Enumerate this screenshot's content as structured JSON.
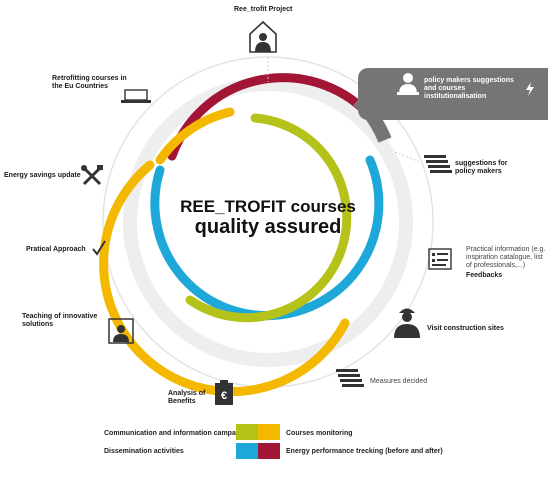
{
  "center": {
    "title": "REE_TROFIT courses",
    "subtitle": "quality assured"
  },
  "nodes": {
    "project": "Ree_trofit Project",
    "retrofitting": "Retrofitting courses in the Eu Countries",
    "energy_savings": "Energy savings update",
    "pratical": "Pratical Approach",
    "teaching": "Teaching of innovative solutions",
    "analysis": "Analysis of Benefits",
    "measures": "Measures decided",
    "construction": "Visit construction sites",
    "practical_info": "Practical information (e.g. inspiration catalogue, list of professionals,...)",
    "feedbacks": "Feedbacks",
    "suggestions": "suggestions for policy makers",
    "policy": "policy makers suggestions and courses institutionalisation"
  },
  "legend": {
    "comm": "Communication and information campaign",
    "monitoring": "Courses monitoring",
    "dissemination": "Dissemination activities",
    "tracking": "Energy performance trecking (before and after)"
  },
  "colors": {
    "green": "#b5c21a",
    "yellow": "#f5b800",
    "blue": "#1ea7d9",
    "red": "#a31535",
    "gray": "#757575"
  },
  "icons": {
    "project": "house-person-icon",
    "retrofitting": "laptop-icon",
    "energy_savings": "tools-icon",
    "pratical": "checkmark-icon",
    "teaching": "presenter-icon",
    "analysis": "euro-calculator-icon",
    "measures": "list-icon",
    "construction": "worker-icon",
    "practical_info": "catalogue-icon",
    "suggestions": "list-icon",
    "policy": "person-desk-icon"
  }
}
